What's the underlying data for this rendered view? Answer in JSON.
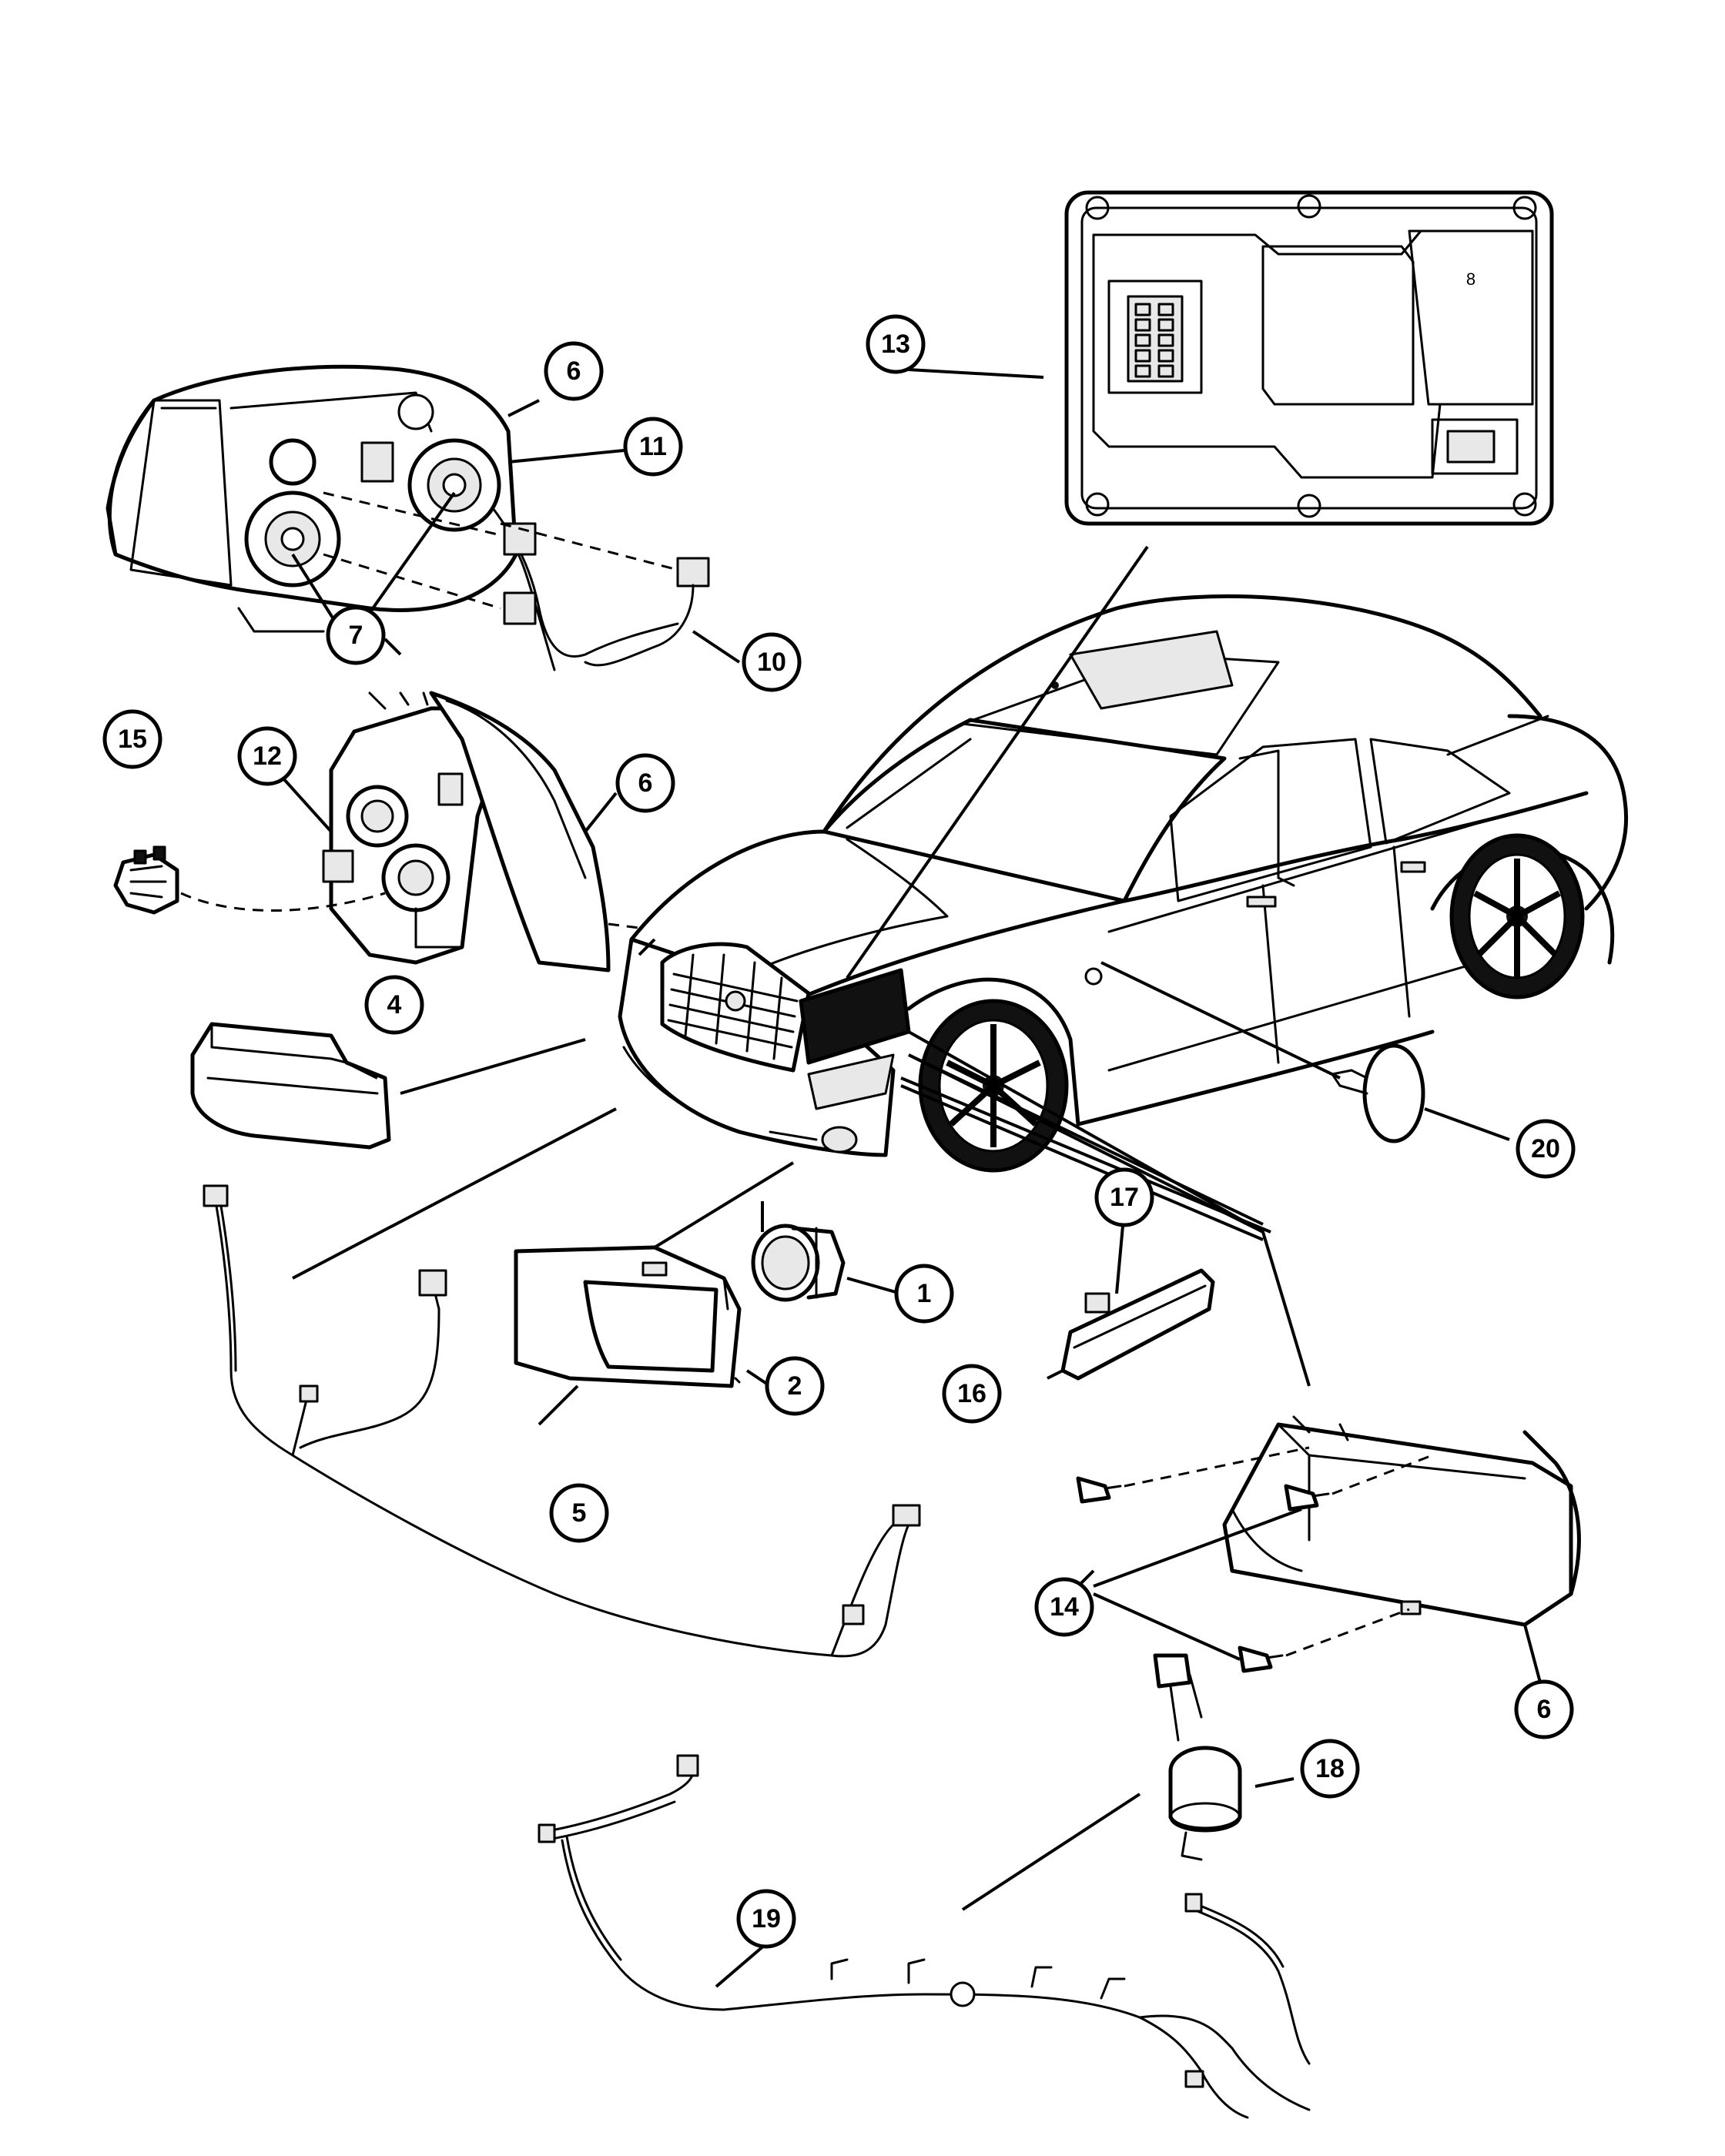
{
  "callouts": {
    "c1": "1",
    "c2": "2",
    "c4": "4",
    "c5": "5",
    "c6a": "6",
    "c6b": "6",
    "c6c": "6",
    "c7": "7",
    "c10": "10",
    "c11": "11",
    "c12": "12",
    "c13": "13",
    "c14": "14",
    "c15": "15",
    "c16": "16",
    "c17": "17",
    "c18": "18",
    "c19": "19",
    "c20": "20"
  },
  "module_label": "8"
}
